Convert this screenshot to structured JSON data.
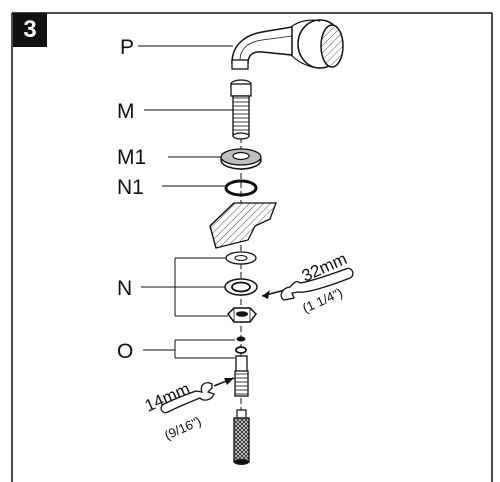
{
  "step": {
    "number": "3"
  },
  "labels": {
    "P": "P",
    "M": "M",
    "M1": "M1",
    "N1": "N1",
    "N": "N",
    "O": "O"
  },
  "wrench_large": {
    "size_mm": "32mm",
    "size_in": "(1 1/4\")"
  },
  "wrench_small": {
    "size_mm": "14mm",
    "size_in": "(9/16\")"
  },
  "colors": {
    "ink": "#111111",
    "paper": "#ffffff",
    "shade": "#bfbfbf"
  }
}
